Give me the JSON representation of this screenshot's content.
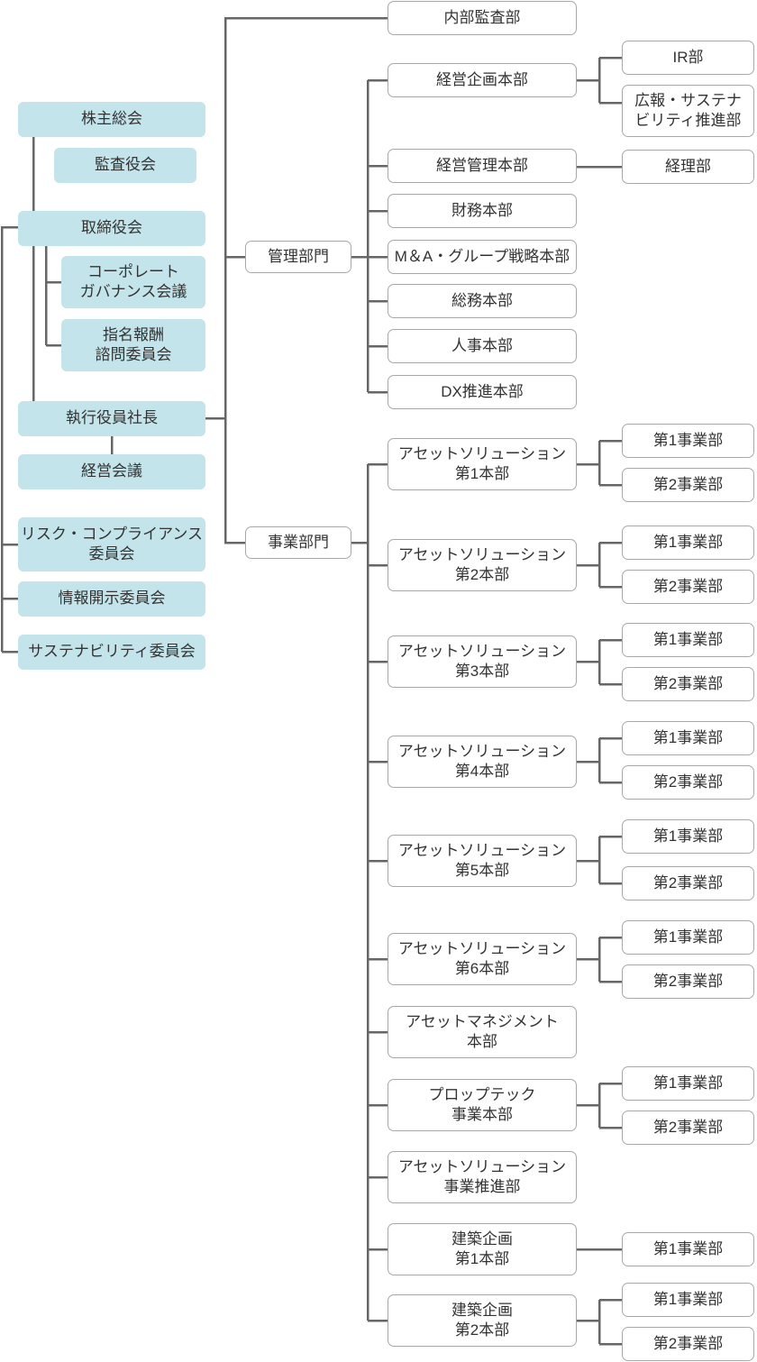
{
  "colors": {
    "teal_fill": "#c3e4ea",
    "white_box_border": "#a8a8a8",
    "connector_line": "#666666",
    "text": "#333333",
    "background": "#ffffff"
  },
  "governance_column": [
    {
      "label": "株主総会"
    },
    {
      "label": "監査役会"
    },
    {
      "label": "取締役会"
    },
    {
      "label": "コーポレート\nガバナンス会議"
    },
    {
      "label": "指名報酬\n諮問委員会"
    },
    {
      "label": "執行役員社長"
    },
    {
      "label": "経営会議"
    },
    {
      "label": "リスク・コンプライアンス\n委員会"
    },
    {
      "label": "情報開示委員会"
    },
    {
      "label": "サステナビリティ委員会"
    }
  ],
  "audit_department": {
    "label": "内部監査部"
  },
  "divisions": [
    {
      "label": "管理部門"
    },
    {
      "label": "事業部門"
    }
  ],
  "admin_departments": [
    {
      "label": "経営企画本部",
      "children": [
        {
          "label": "IR部"
        },
        {
          "label": "広報・サステナ\nビリティ推進部"
        }
      ]
    },
    {
      "label": "経営管理本部",
      "children": [
        {
          "label": "経理部"
        }
      ]
    },
    {
      "label": "財務本部"
    },
    {
      "label": "M＆A・グループ戦略本部"
    },
    {
      "label": "総務本部"
    },
    {
      "label": "人事本部"
    },
    {
      "label": "DX推進本部"
    }
  ],
  "business_departments": [
    {
      "label": "アセットソリューション\n第1本部",
      "children": [
        {
          "label": "第1事業部"
        },
        {
          "label": "第2事業部"
        }
      ]
    },
    {
      "label": "アセットソリューション\n第2本部",
      "children": [
        {
          "label": "第1事業部"
        },
        {
          "label": "第2事業部"
        }
      ]
    },
    {
      "label": "アセットソリューション\n第3本部",
      "children": [
        {
          "label": "第1事業部"
        },
        {
          "label": "第2事業部"
        }
      ]
    },
    {
      "label": "アセットソリューション\n第4本部",
      "children": [
        {
          "label": "第1事業部"
        },
        {
          "label": "第2事業部"
        }
      ]
    },
    {
      "label": "アセットソリューション\n第5本部",
      "children": [
        {
          "label": "第1事業部"
        },
        {
          "label": "第2事業部"
        }
      ]
    },
    {
      "label": "アセットソリューション\n第6本部",
      "children": [
        {
          "label": "第1事業部"
        },
        {
          "label": "第2事業部"
        }
      ]
    },
    {
      "label": "アセットマネジメント\n本部",
      "children": []
    },
    {
      "label": "プロップテック\n事業本部",
      "children": [
        {
          "label": "第1事業部"
        },
        {
          "label": "第2事業部"
        }
      ]
    },
    {
      "label": "アセットソリューション\n事業推進部",
      "children": []
    },
    {
      "label": "建築企画\n第1本部",
      "children": [
        {
          "label": "第1事業部"
        }
      ]
    },
    {
      "label": "建築企画\n第2本部",
      "children": [
        {
          "label": "第1事業部"
        },
        {
          "label": "第2事業部"
        }
      ]
    }
  ]
}
